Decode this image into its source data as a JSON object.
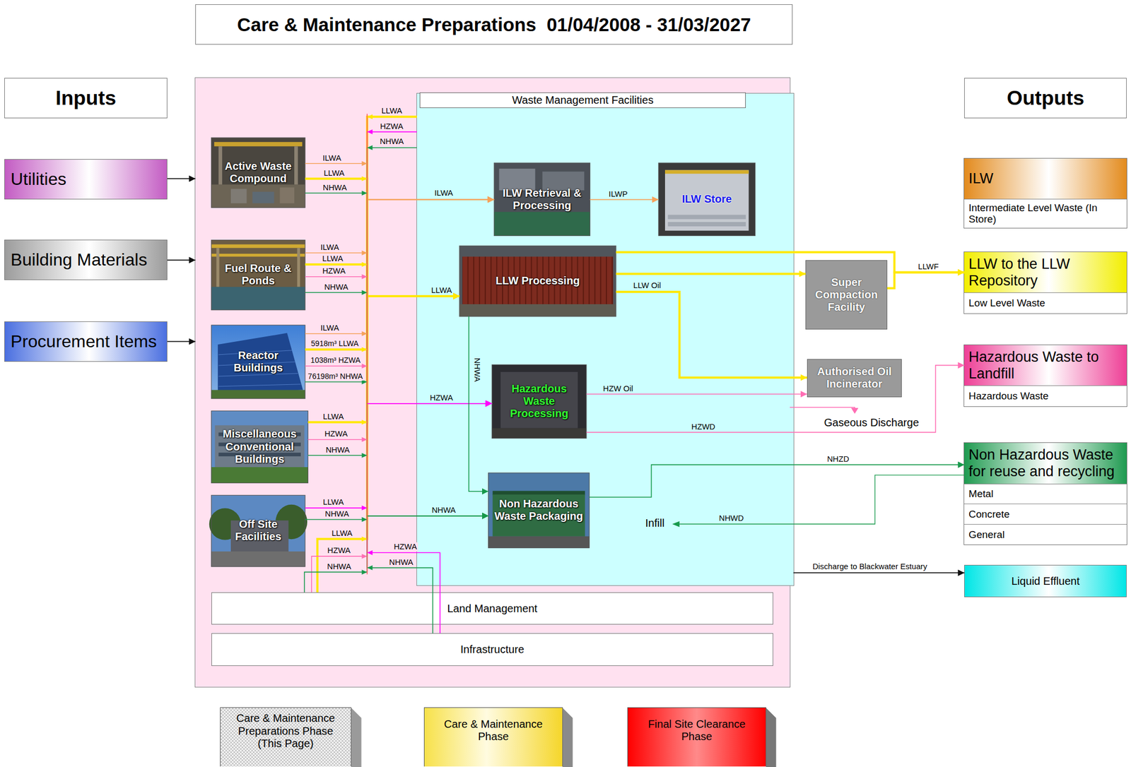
{
  "diagram": {
    "title": "Care & Maintenance Preparations  01/04/2008 - 31/03/2027",
    "nodes": [
      {
        "text": [
          "Inputs"
        ]
      },
      {
        "text": [
          "Utilities"
        ]
      },
      {
        "text": [
          "Building Materials"
        ]
      },
      {
        "text": [
          "Procurement Items"
        ]
      },
      {
        "text": []
      },
      {
        "text": [
          "Active Waste Compound"
        ],
        "in": 4
      },
      {
        "text": [
          "Fuel Route & Ponds"
        ],
        "in": 4
      },
      {
        "text": [
          "Reactor Buildings"
        ],
        "in": 4
      },
      {
        "text": [
          "Miscellaneous Conventional Buildings"
        ],
        "in": 4
      },
      {
        "text": [
          "Off Site Facilities"
        ],
        "in": 4
      },
      {
        "text": [
          "Waste Management Facilities"
        ],
        "in": 4
      },
      {
        "text": [
          "ILW Retrieval & Processing"
        ],
        "in": 10
      },
      {
        "text": [
          "ILW Store"
        ],
        "in": 10
      },
      {
        "text": [
          "LLW Processing"
        ],
        "in": 10
      },
      {
        "text": [
          "Hazardous Waste Processing"
        ],
        "in": 10
      },
      {
        "text": [
          "Non Hazardous Waste Packaging"
        ],
        "in": 10
      },
      {
        "text": [
          "Land Management"
        ],
        "in": 4
      },
      {
        "text": [
          "Infrastructure"
        ],
        "in": 4
      },
      {
        "text": [
          "Super Compaction Facility"
        ]
      },
      {
        "text": [
          "Authorised Oil Incinerator"
        ]
      },
      {
        "text": [
          "Outputs"
        ]
      },
      {
        "text": [
          "ILW",
          "Intermediate Level Waste (In Store)"
        ]
      },
      {
        "text": [
          "LLW to the LLW Repository",
          "Low Level Waste"
        ]
      },
      {
        "text": [
          "Hazardous Waste to Landfill",
          "Hazardous Waste"
        ]
      },
      {
        "text": [
          "Non Hazardous Waste for reuse and recycling",
          "Metal",
          "Concrete",
          "General"
        ]
      },
      {
        "text": [
          "Liquid Effluent"
        ]
      },
      {
        "text": [
          "Care & Maintenance Preparations Phase (This Page)"
        ]
      },
      {
        "text": [
          "Care & Maintenance Phase"
        ]
      },
      {
        "text": [
          "Final Site Clearance Phase"
        ]
      }
    ],
    "edges": [
      {
        "from": 1,
        "to": 4,
        "arrow": "to"
      },
      {
        "from": 2,
        "to": 4,
        "arrow": "to"
      },
      {
        "from": 3,
        "to": 4,
        "arrow": "to"
      },
      {
        "from": 5,
        "to": 11,
        "label": "ILWA",
        "arrow": "to"
      },
      {
        "from": 5,
        "to": 13,
        "label": "LLWA",
        "arrow": "to"
      },
      {
        "from": 5,
        "to": 15,
        "label": "NHWA",
        "arrow": "to"
      },
      {
        "from": 6,
        "to": 11,
        "label": "ILWA",
        "arrow": "to"
      },
      {
        "from": 6,
        "to": 13,
        "label": "LLWA",
        "arrow": "to"
      },
      {
        "from": 6,
        "to": 14,
        "label": "HZWA",
        "arrow": "to"
      },
      {
        "from": 6,
        "to": 15,
        "label": "NHWA",
        "arrow": "to"
      },
      {
        "from": 7,
        "to": 11,
        "label": "ILWA",
        "arrow": "to"
      },
      {
        "from": 7,
        "to": 13,
        "label": "5918m³ LLWA",
        "arrow": "to"
      },
      {
        "from": 7,
        "to": 14,
        "label": "1038m³ HZWA",
        "arrow": "to"
      },
      {
        "from": 7,
        "to": 15,
        "label": "76198m³ NHWA",
        "arrow": "to"
      },
      {
        "from": 8,
        "to": 13,
        "label": "LLWA",
        "arrow": "to"
      },
      {
        "from": 8,
        "to": 14,
        "label": "HZWA",
        "arrow": "to"
      },
      {
        "from": 8,
        "to": 15,
        "label": "NHWA",
        "arrow": "to"
      },
      {
        "from": 9,
        "to": 13,
        "label": "LLWA",
        "arrow": "to"
      },
      {
        "from": 9,
        "to": 15,
        "label": "NHWA",
        "arrow": "to"
      },
      {
        "from": 16,
        "to": 13,
        "label": "LLWA",
        "arrow": "to"
      },
      {
        "from": 16,
        "to": 14,
        "label": "HZWA",
        "arrow": "to"
      },
      {
        "from": 16,
        "to": 15,
        "label": "NHWA",
        "arrow": "to"
      },
      {
        "from": 17,
        "to": 14,
        "label": "HZWA",
        "arrow": "to"
      },
      {
        "from": 17,
        "to": 15,
        "label": "NHWA",
        "arrow": "to"
      },
      {
        "from": 10,
        "to": 13,
        "label": "LLWA",
        "arrow": "to"
      },
      {
        "from": 10,
        "to": 14,
        "label": "HZWA",
        "arrow": "to"
      },
      {
        "from": 10,
        "to": 15,
        "label": "NHWA",
        "arrow": "to"
      },
      {
        "from": 11,
        "to": 12,
        "label": "ILWP",
        "arrow": "to"
      },
      {
        "from": 13,
        "to": 22,
        "arrow": "to"
      },
      {
        "from": 13,
        "to": 18,
        "arrow": "to"
      },
      {
        "from": 18,
        "to": 22,
        "label": "LLWF",
        "arrow": "to"
      },
      {
        "from": 13,
        "to": 19,
        "label": "LLW Oil",
        "arrow": "to"
      },
      {
        "from": 13,
        "to": 15,
        "label": "NHWA",
        "arrow": "to"
      },
      {
        "from": 14,
        "to": 19,
        "label": "HZW Oil",
        "arrow": "to"
      },
      {
        "from": 14,
        "to": 23,
        "label": "HZWD",
        "arrow": "to"
      },
      {
        "from": 15,
        "to": 24,
        "label": "NHZD",
        "arrow": "to"
      },
      {
        "from": 10,
        "to": 25,
        "label": "Discharge to Blackwater Estuary",
        "arrow": "to"
      }
    ],
    "labels": [
      "ILWA",
      "LLWA",
      "HZWA",
      "NHWA",
      "Gaseous Discharge",
      "Infill",
      "NHWD"
    ]
  }
}
